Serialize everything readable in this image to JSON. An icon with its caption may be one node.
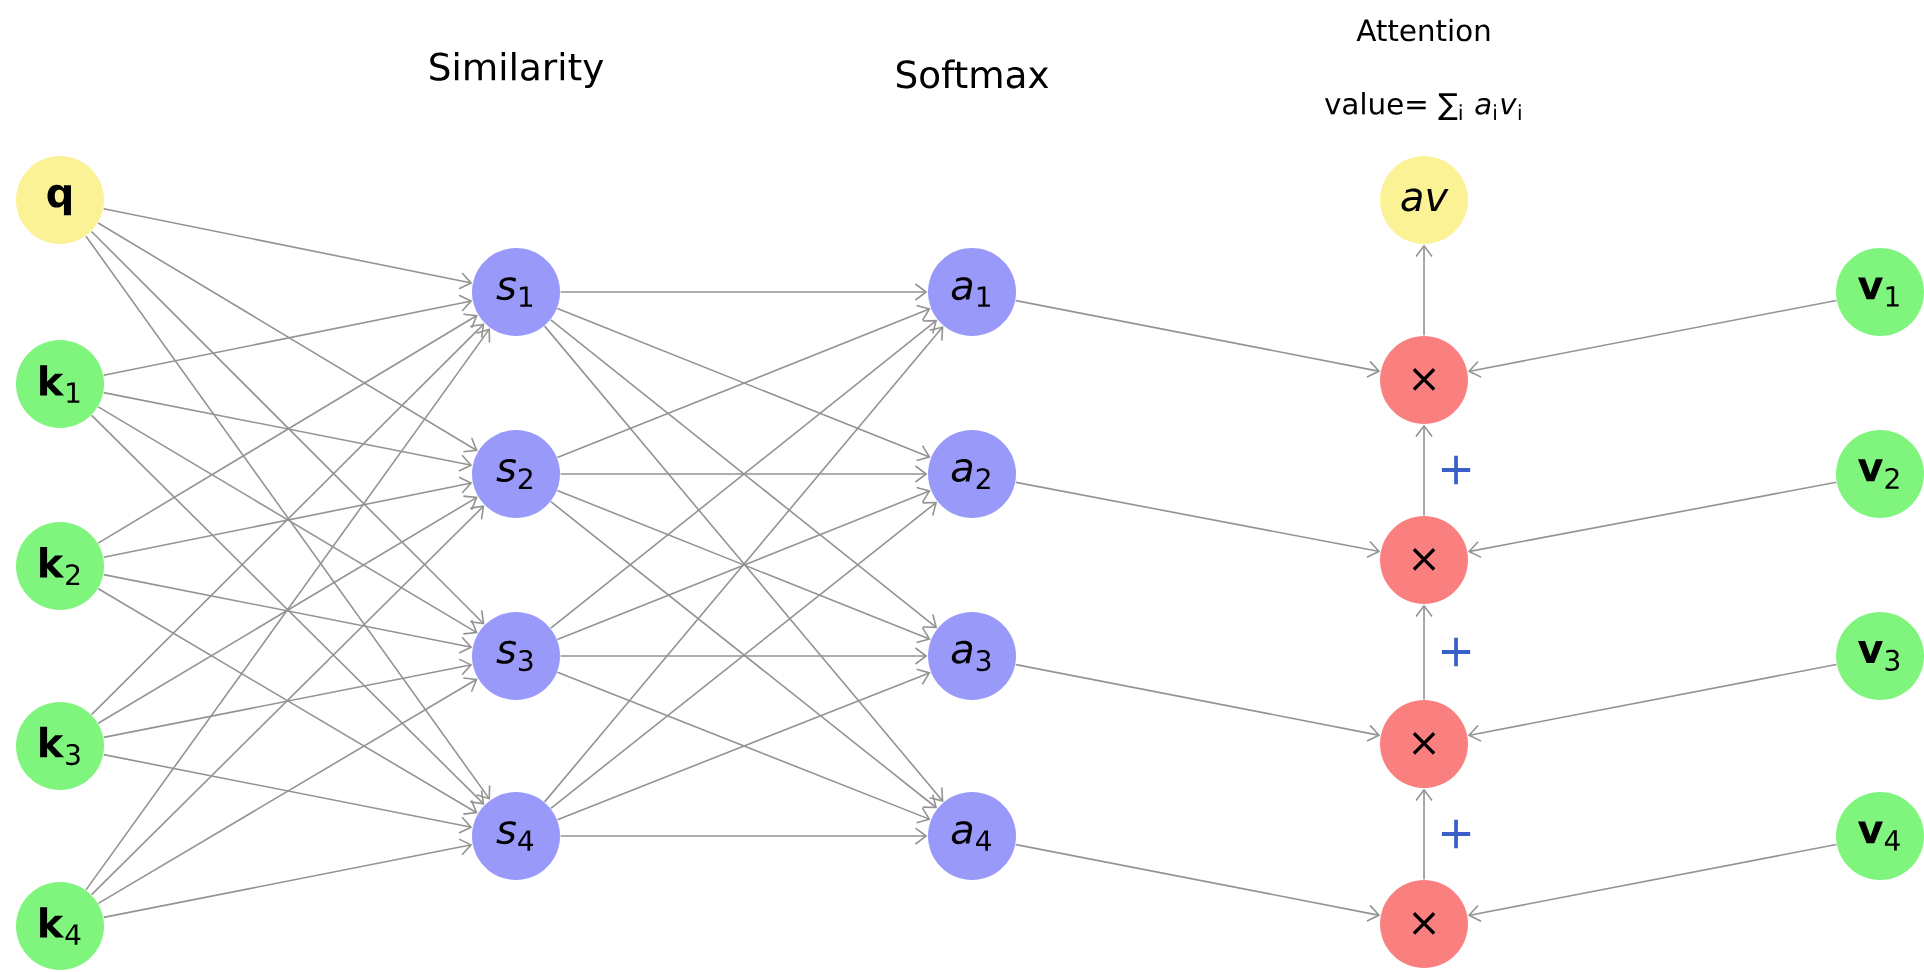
{
  "diagram": {
    "nodes": [
      {
        "text": [
          "q"
        ]
      },
      {
        "text": [
          "**k**$_{1}$"
        ]
      },
      {
        "text": [
          "**k**$_{2}$"
        ]
      },
      {
        "text": [
          "**k**$_{3}$"
        ]
      },
      {
        "text": [
          "**k**$_{4}$"
        ]
      },
      {
        "text": [
          "*s*$_{1}$"
        ]
      },
      {
        "text": [
          "*s*$_{2}$"
        ]
      },
      {
        "text": [
          "*s*$_{3}$"
        ]
      },
      {
        "text": [
          "*s*$_{4}$"
        ]
      },
      {
        "text": [
          "*a*$_{1}$"
        ]
      },
      {
        "text": [
          "*a*$_{2}$"
        ]
      },
      {
        "text": [
          "*a*$_{3}$"
        ]
      },
      {
        "text": [
          "*a*$_{4}$"
        ]
      },
      {
        "text": [
          "av"
        ]
      },
      {
        "text": [
          "×"
        ]
      },
      {
        "text": [
          "×"
        ]
      },
      {
        "text": [
          "×"
        ]
      },
      {
        "text": [
          "×"
        ]
      },
      {
        "text": [
          "**v**$_{1}$"
        ]
      },
      {
        "text": [
          "**v**$_{2}$"
        ]
      },
      {
        "text": [
          "**v**$_{3}$"
        ]
      },
      {
        "text": [
          "**v**$_{4}$"
        ]
      }
    ],
    "edges": [
      {
        "from": 0,
        "to": 5,
        "arrow": "to"
      },
      {
        "from": 0,
        "to": 6,
        "arrow": "to"
      },
      {
        "from": 0,
        "to": 7,
        "arrow": "to"
      },
      {
        "from": 0,
        "to": 8,
        "arrow": "to"
      },
      {
        "from": 1,
        "to": 5,
        "arrow": "to"
      },
      {
        "from": 1,
        "to": 6,
        "arrow": "to"
      },
      {
        "from": 1,
        "to": 7,
        "arrow": "to"
      },
      {
        "from": 1,
        "to": 8,
        "arrow": "to"
      },
      {
        "from": 2,
        "to": 5,
        "arrow": "to"
      },
      {
        "from": 2,
        "to": 6,
        "arrow": "to"
      },
      {
        "from": 2,
        "to": 7,
        "arrow": "to"
      },
      {
        "from": 2,
        "to": 8,
        "arrow": "to"
      },
      {
        "from": 3,
        "to": 5,
        "arrow": "to"
      },
      {
        "from": 3,
        "to": 6,
        "arrow": "to"
      },
      {
        "from": 3,
        "to": 7,
        "arrow": "to"
      },
      {
        "from": 3,
        "to": 8,
        "arrow": "to"
      },
      {
        "from": 4,
        "to": 5,
        "arrow": "to"
      },
      {
        "from": 4,
        "to": 6,
        "arrow": "to"
      },
      {
        "from": 4,
        "to": 7,
        "arrow": "to"
      },
      {
        "from": 4,
        "to": 8,
        "arrow": "to"
      },
      {
        "from": 5,
        "to": 9,
        "arrow": "to"
      },
      {
        "from": 5,
        "to": 10,
        "arrow": "to"
      },
      {
        "from": 5,
        "to": 11,
        "arrow": "to"
      },
      {
        "from": 5,
        "to": 12,
        "arrow": "to"
      },
      {
        "from": 6,
        "to": 9,
        "arrow": "to"
      },
      {
        "from": 6,
        "to": 10,
        "arrow": "to"
      },
      {
        "from": 6,
        "to": 11,
        "arrow": "to"
      },
      {
        "from": 6,
        "to": 12,
        "arrow": "to"
      },
      {
        "from": 7,
        "to": 9,
        "arrow": "to"
      },
      {
        "from": 7,
        "to": 10,
        "arrow": "to"
      },
      {
        "from": 7,
        "to": 11,
        "arrow": "to"
      },
      {
        "from": 7,
        "to": 12,
        "arrow": "to"
      },
      {
        "from": 8,
        "to": 9,
        "arrow": "to"
      },
      {
        "from": 8,
        "to": 10,
        "arrow": "to"
      },
      {
        "from": 8,
        "to": 11,
        "arrow": "to"
      },
      {
        "from": 8,
        "to": 12,
        "arrow": "to"
      },
      {
        "from": 9,
        "to": 14,
        "arrow": "to"
      },
      {
        "from": 10,
        "to": 15,
        "arrow": "to"
      },
      {
        "from": 11,
        "to": 16,
        "arrow": "to"
      },
      {
        "from": 12,
        "to": 17,
        "arrow": "to"
      },
      {
        "from": 18,
        "to": 14,
        "arrow": "to"
      },
      {
        "from": 19,
        "to": 15,
        "arrow": "to"
      },
      {
        "from": 20,
        "to": 16,
        "arrow": "to"
      },
      {
        "from": 21,
        "to": 17,
        "arrow": "to"
      },
      {
        "from": 14,
        "to": 13,
        "arrow": "to"
      },
      {
        "from": 15,
        "to": 14,
        "label": "+",
        "arrow": "to"
      },
      {
        "from": 16,
        "to": 15,
        "label": "+",
        "arrow": "to"
      },
      {
        "from": 17,
        "to": 16,
        "label": "+",
        "arrow": "to"
      }
    ],
    "labels": [
      "Similarity",
      "Softmax",
      "Attention",
      "value= ∑$_{i}$ *a*$_{i}$*v*$_{i}$"
    ]
  }
}
